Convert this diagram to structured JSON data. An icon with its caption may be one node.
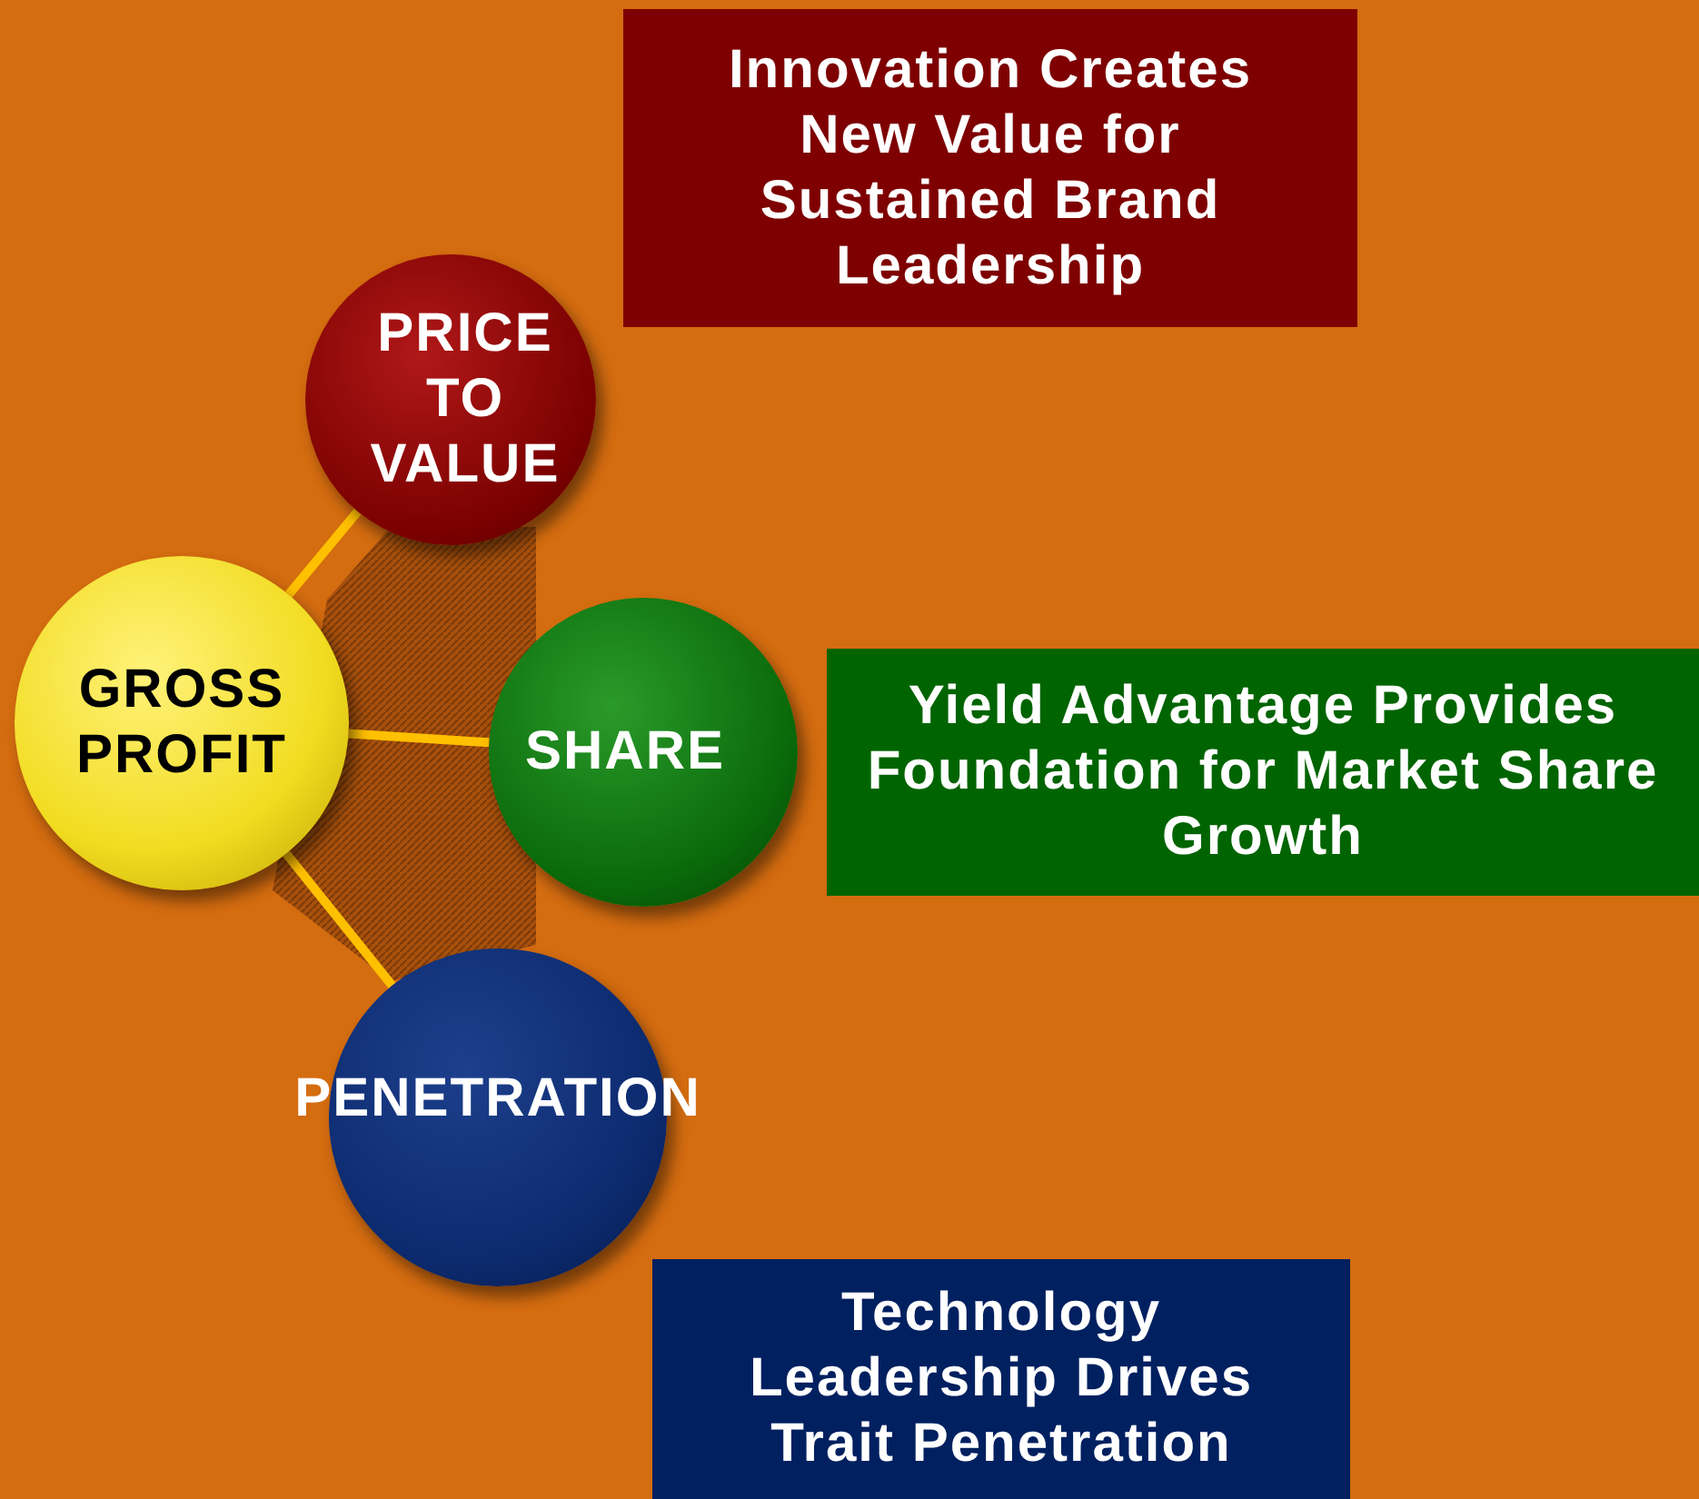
{
  "diagram": {
    "nodes": [
      {
        "text": [
          "Innovation Creates New Value for Sustained Brand Leadership"
        ]
      },
      {
        "text": [
          "PRICE TO VALUE"
        ]
      },
      {
        "text": [
          "GROSS PROFIT"
        ]
      },
      {
        "text": [
          "SHARE"
        ]
      },
      {
        "text": [
          "Yield Advantage Provides Foundation for Market Share Growth"
        ]
      },
      {
        "text": [
          "PENETRATION"
        ]
      },
      {
        "text": [
          "Technology Leadership Drives Trait Penetration"
        ]
      }
    ],
    "edges": [
      {
        "from": 2,
        "to": 1,
        "arrow": "none"
      },
      {
        "from": 2,
        "to": 3,
        "arrow": "none"
      },
      {
        "from": 2,
        "to": 5,
        "arrow": "none"
      }
    ]
  }
}
